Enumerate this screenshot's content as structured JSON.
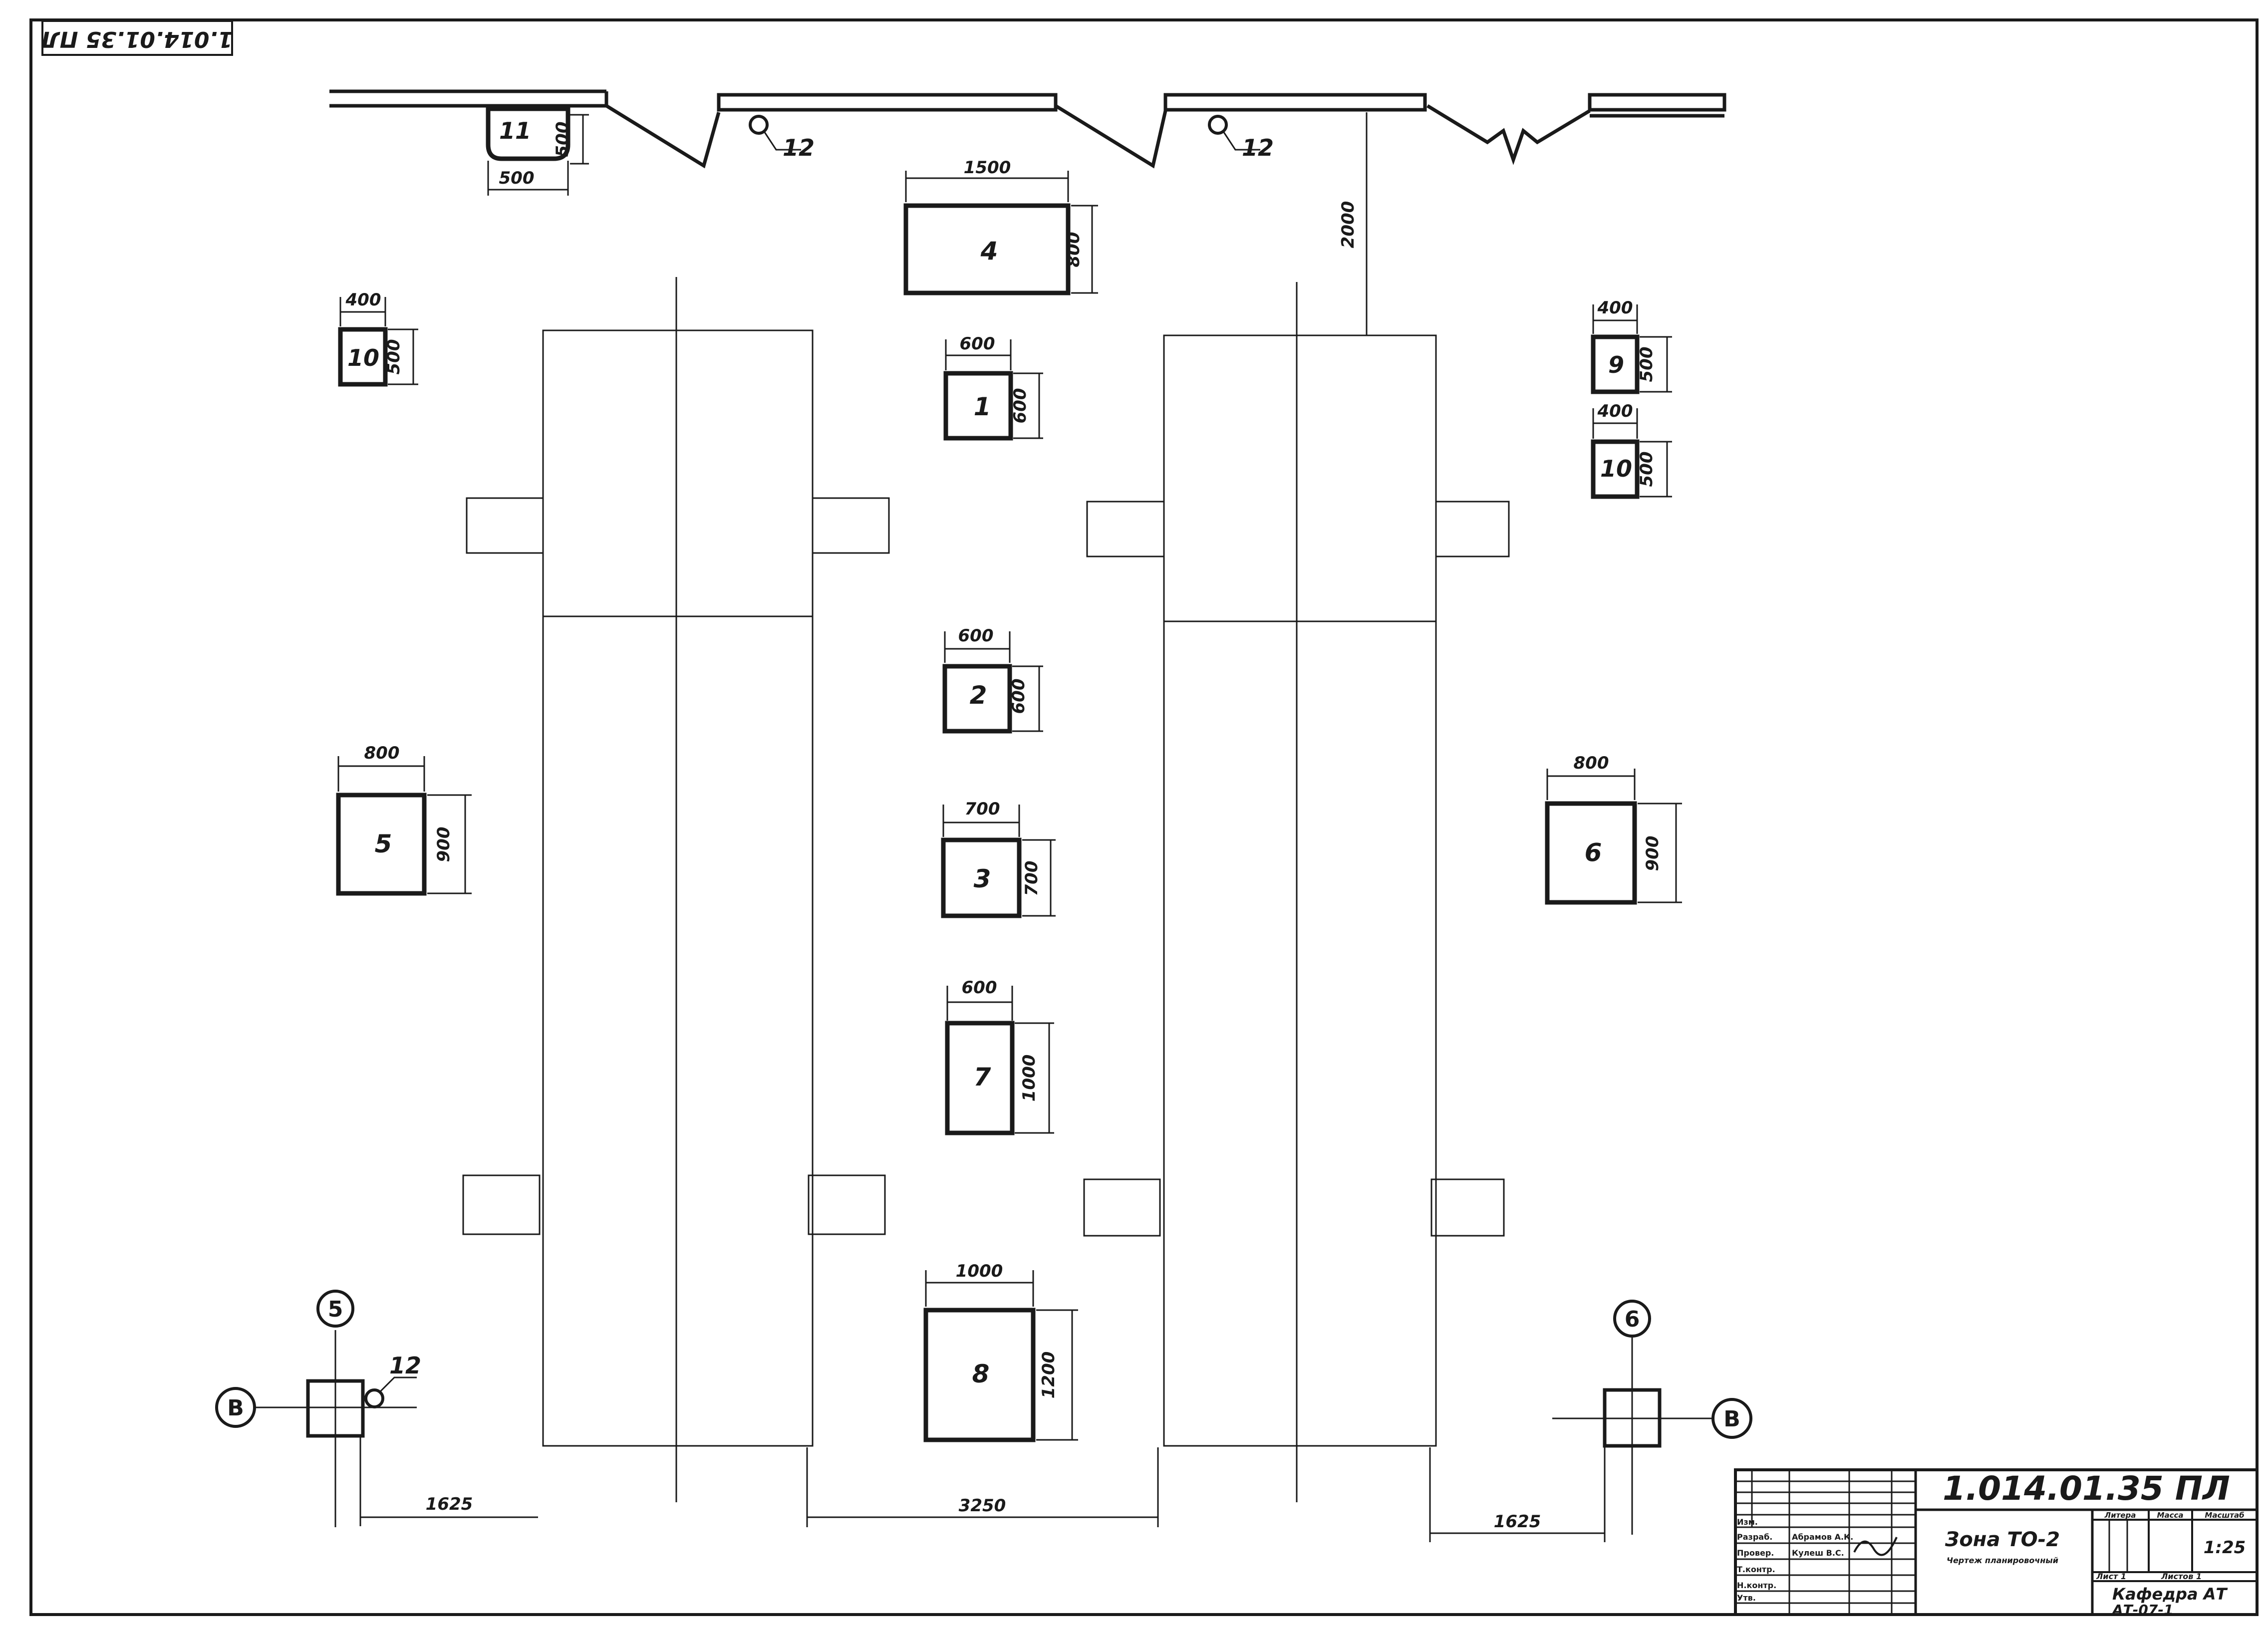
{
  "sheet": {
    "stamp_code": "1.014.01.35 ПЛ"
  },
  "equipment": [
    {
      "num": "1",
      "w": "600",
      "h": "600"
    },
    {
      "num": "2",
      "w": "600",
      "h": "600"
    },
    {
      "num": "3",
      "w": "700",
      "h": "700"
    },
    {
      "num": "4",
      "w": "1500",
      "h": "800"
    },
    {
      "num": "5",
      "w": "800",
      "h": "900"
    },
    {
      "num": "6",
      "w": "800",
      "h": "900"
    },
    {
      "num": "7",
      "w": "600",
      "h": "1000"
    },
    {
      "num": "8",
      "w": "1000",
      "h": "1200"
    },
    {
      "num": "9",
      "w": "400",
      "h": "500"
    },
    {
      "num": "10",
      "w": "400",
      "h": "500"
    },
    {
      "num": "10",
      "w": "400",
      "h": "500"
    },
    {
      "num": "11",
      "w": "500",
      "h": "500"
    }
  ],
  "wall_items": [
    "12",
    "12"
  ],
  "column_item": "12",
  "dimensions": {
    "to_gate": "2000",
    "left_offset": "1625",
    "between_posts": "3250",
    "right_offset": "1625"
  },
  "axes": {
    "left_num": "5",
    "right_num": "6",
    "row": "В"
  },
  "title_block": {
    "code": "1.014.01.35 ПЛ",
    "name": "Зона ТО-2",
    "subtitle": "Чертеж планировочный",
    "col_litera": "Литера",
    "col_mass": "Масса",
    "col_scale": "Масштаб",
    "scale": "1:25",
    "sheet": "Лист 1",
    "sheets": "Листов 1",
    "org": "Кафедра АТ",
    "group": "АТ-07-1",
    "left_rows": [
      "Изм.",
      "Разраб.",
      "Провер.",
      "Т.контр.",
      "Н.контр.",
      "Утв."
    ],
    "left_names": [
      "",
      "Абрамов А.К.",
      "Кулеш В.С.",
      "",
      "",
      ""
    ]
  }
}
